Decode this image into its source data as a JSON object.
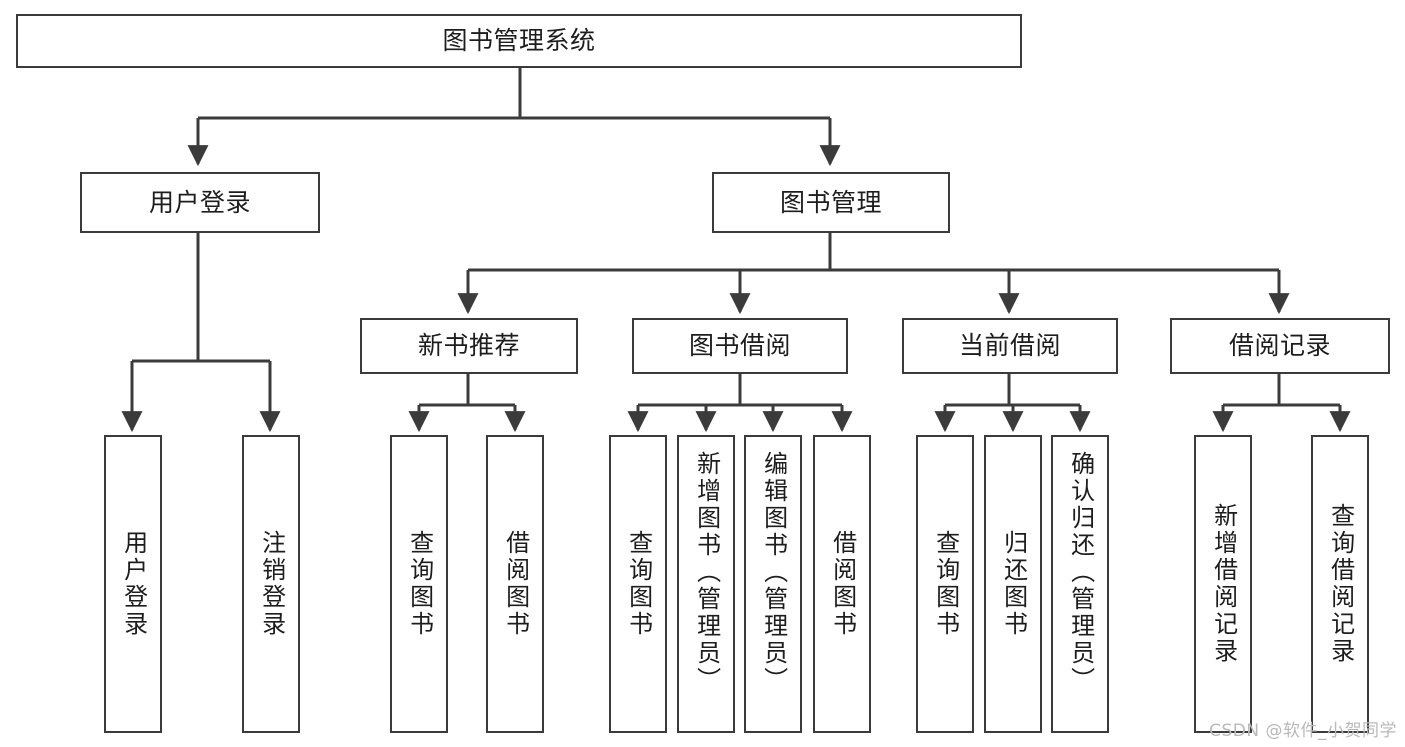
{
  "diagram": {
    "type": "tree",
    "title": "图书管理系统",
    "colors": {
      "background": "#ffffff",
      "node_border": "#3b3b3b",
      "node_fill": "#ffffff",
      "edge": "#3b3b3b",
      "text": "#1d1d1d",
      "watermark": "#b9b9b9"
    },
    "nodes": {
      "root": {
        "label": "图书管理系统"
      },
      "level1": [
        {
          "label": "用户登录"
        },
        {
          "label": "图书管理"
        }
      ],
      "level2": [
        {
          "label": "新书推荐"
        },
        {
          "label": "图书借阅"
        },
        {
          "label": "当前借阅"
        },
        {
          "label": "借阅记录"
        }
      ],
      "leaves_user_login": [
        {
          "label": "用户登录"
        },
        {
          "label": "注销登录"
        }
      ],
      "leaves_new_book": [
        {
          "label": "查询图书"
        },
        {
          "label": "借阅图书"
        }
      ],
      "leaves_borrow": [
        {
          "label": "查询图书"
        },
        {
          "label": "新增图书（管理员）"
        },
        {
          "label": "编辑图书（管理员）"
        },
        {
          "label": "借阅图书"
        }
      ],
      "leaves_current": [
        {
          "label": "查询图书"
        },
        {
          "label": "归还图书"
        },
        {
          "label": "确认归还（管理员）"
        }
      ],
      "leaves_records": [
        {
          "label": "新增借阅记录"
        },
        {
          "label": "查询借阅记录"
        }
      ]
    }
  },
  "watermark": {
    "text": "CSDN @软件_小贺同学"
  }
}
